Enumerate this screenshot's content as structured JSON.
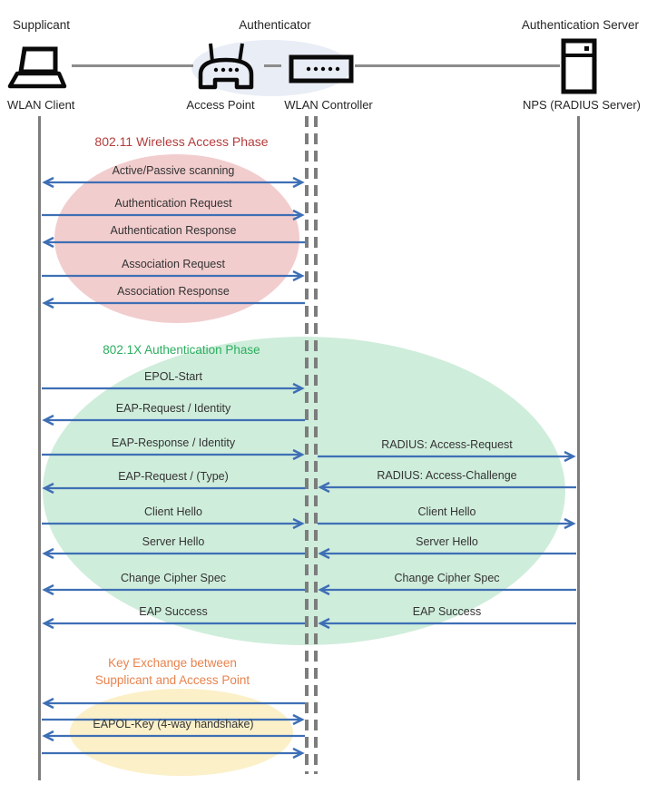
{
  "header": {
    "supplicant_role": "Supplicant",
    "authenticator_role": "Authenticator",
    "server_role": "Authentication Server",
    "wlan_client": "WLAN Client",
    "access_point": "Access Point",
    "wlan_controller": "WLAN Controller",
    "nps": "NPS (RADIUS Server)"
  },
  "phases": [
    {
      "id": "wireless-access",
      "title": "802.11 Wireless Access Phase",
      "color": "#B43C3C",
      "ellipse_color": "#F2CDCE"
    },
    {
      "id": "dot1x-auth",
      "title": "802.1X Authentication Phase",
      "color": "#2BAF5F",
      "ellipse_color": "#CFEDDB"
    },
    {
      "id": "key-exchange",
      "title_line1": "Key Exchange between",
      "title_line2": "Supplicant and Access Point",
      "color": "#E8834E",
      "ellipse_color": "#FBF0C8"
    }
  ],
  "palette": {
    "arrow": "#3E6FB5",
    "lifeline": "#7D7D7D",
    "authenticator_ellipse": "#E9EDF6",
    "icon": "#0A0A0A"
  },
  "messages": [
    {
      "label": "Active/Passive scanning",
      "segment": "client-controller",
      "direction": "both"
    },
    {
      "label": "Authentication Request",
      "segment": "client-controller",
      "direction": "right"
    },
    {
      "label": "Authentication Response",
      "segment": "client-controller",
      "direction": "left"
    },
    {
      "label": "Association Request",
      "segment": "client-controller",
      "direction": "right"
    },
    {
      "label": "Association Response",
      "segment": "client-controller",
      "direction": "left"
    },
    {
      "label": "EPOL-Start",
      "segment": "client-controller",
      "direction": "right"
    },
    {
      "label": "EAP-Request / Identity",
      "segment": "client-controller",
      "direction": "left"
    },
    {
      "label": "EAP-Response / Identity",
      "segment": "client-controller",
      "direction": "right"
    },
    {
      "label": "RADIUS: Access-Request",
      "segment": "controller-server",
      "direction": "right"
    },
    {
      "label": "EAP-Request / (Type)",
      "segment": "client-controller",
      "direction": "left"
    },
    {
      "label": "RADIUS: Access-Challenge",
      "segment": "controller-server",
      "direction": "left"
    },
    {
      "label": "Client Hello",
      "segment": "client-controller",
      "direction": "right"
    },
    {
      "label": "Client Hello",
      "segment": "controller-server",
      "direction": "right"
    },
    {
      "label": "Server Hello",
      "segment": "client-controller",
      "direction": "left"
    },
    {
      "label": "Server Hello",
      "segment": "controller-server",
      "direction": "left"
    },
    {
      "label": "Change Cipher Spec",
      "segment": "client-controller",
      "direction": "left"
    },
    {
      "label": "Change Cipher Spec",
      "segment": "controller-server",
      "direction": "left"
    },
    {
      "label": "EAP Success",
      "segment": "client-controller",
      "direction": "left"
    },
    {
      "label": "EAP Success",
      "segment": "controller-server",
      "direction": "left"
    },
    {
      "label": "",
      "segment": "client-controller",
      "direction": "left"
    },
    {
      "label": "",
      "segment": "client-controller",
      "direction": "right"
    },
    {
      "label": "EAPOL-Key (4-way handshake)",
      "segment": "client-controller",
      "direction": "left"
    },
    {
      "label": "",
      "segment": "client-controller",
      "direction": "right"
    }
  ]
}
